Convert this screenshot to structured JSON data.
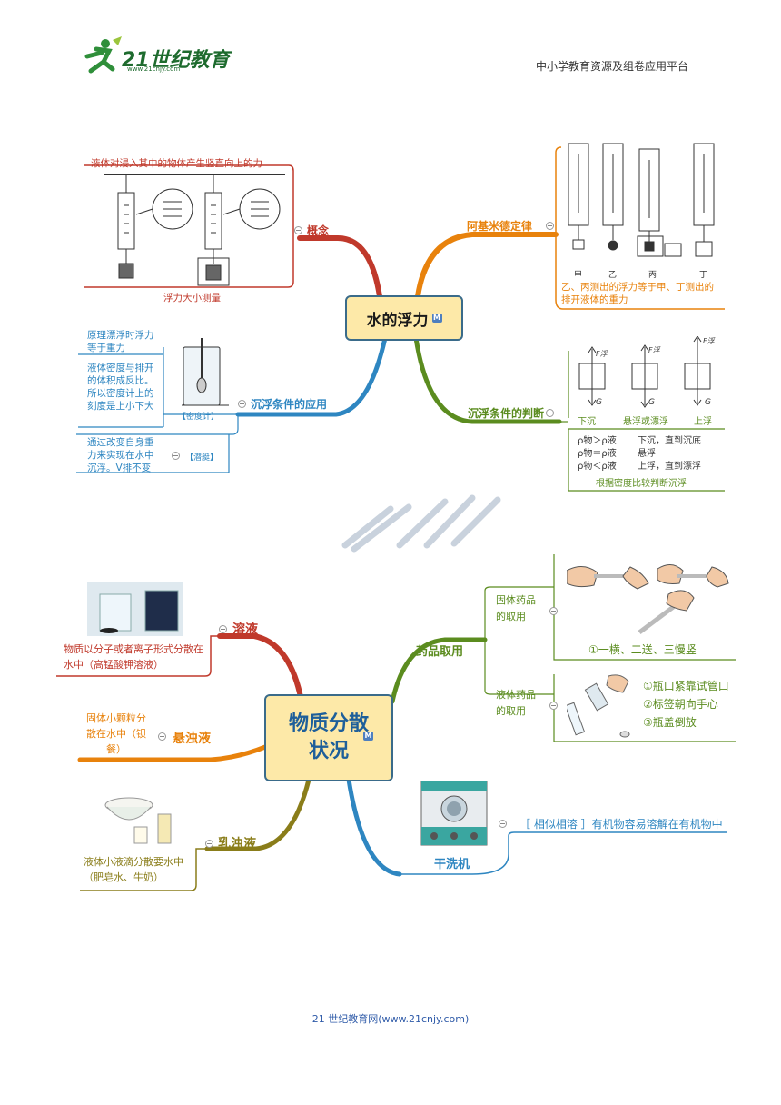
{
  "header": {
    "logo_text": "21世纪教育",
    "logo_url_text": "www.21cnjy.com",
    "platform": "中小学教育资源及组卷应用平台"
  },
  "footer": {
    "text": "21 世纪教育网(www.21cnjy.com)"
  },
  "map1": {
    "center": "水的浮力",
    "badge": "M",
    "concept": {
      "label": "概念",
      "definition": "液体对浸入其中的物体产生竖直向上的力",
      "measure_caption": "浮力大小测量"
    },
    "archimedes": {
      "label": "阿基米德定律",
      "labels": [
        "甲",
        "乙",
        "丙",
        "丁"
      ],
      "note": "乙、丙测出的浮力等于甲、丁测出的排开液体的重力"
    },
    "application": {
      "label": "沉浮条件的应用",
      "hydrometer_text": "原理漂浮时浮力等于重力",
      "density_text": "液体密度与排开的体积成反比。所以密度计上的刻度是上小下大",
      "hydrometer_tag": "【密度计】",
      "submarine_text": "通过改变自身重力来实现在水中沉浮。V排不变",
      "submarine_tag": "【潜艇】"
    },
    "judgement": {
      "label": "沉浮条件的判断",
      "states": [
        "下沉",
        "悬浮或漂浮",
        "上浮"
      ],
      "force_f": "F浮",
      "force_g": "G",
      "rules": [
        {
          "cond": "ρ物＞ρ液",
          "result": "下沉，直到沉底"
        },
        {
          "cond": "ρ物＝ρ液",
          "result": "悬浮"
        },
        {
          "cond": "ρ物＜ρ液",
          "result": "上浮，直到漂浮"
        }
      ],
      "caption": "根据密度比较判断沉浮"
    }
  },
  "map2": {
    "center": "物质分散状况",
    "badge": "M",
    "solution": {
      "label": "溶液",
      "text": "物质以分子或者离子形式分散在水中（高锰酸钾溶液）"
    },
    "suspension": {
      "label": "悬浊液",
      "text": "固体小颗粒分散在水中（钡餐）"
    },
    "emulsion": {
      "label": "乳浊液",
      "text": "液体小液滴分散要水中（肥皂水、牛奶）"
    },
    "drug": {
      "label": "药品取用",
      "solid_label": "固体药品的取用",
      "solid_rule": "①一横、二送、三慢竖",
      "liquid_label": "液体药品的取用",
      "liquid_rules": [
        "①瓶口紧靠试管口",
        "②标签朝向手心",
        "③瓶盖倒放"
      ]
    },
    "dryclean": {
      "label": "干洗机",
      "text": "［ 相似相溶 ］有机物容易溶解在有机物中"
    }
  },
  "colors": {
    "red": "#c0392b",
    "orange": "#e8820c",
    "blue": "#2e86c1",
    "green": "#5b8c1f",
    "olive": "#8a7d1a",
    "center_fill": "#fde9a8"
  }
}
